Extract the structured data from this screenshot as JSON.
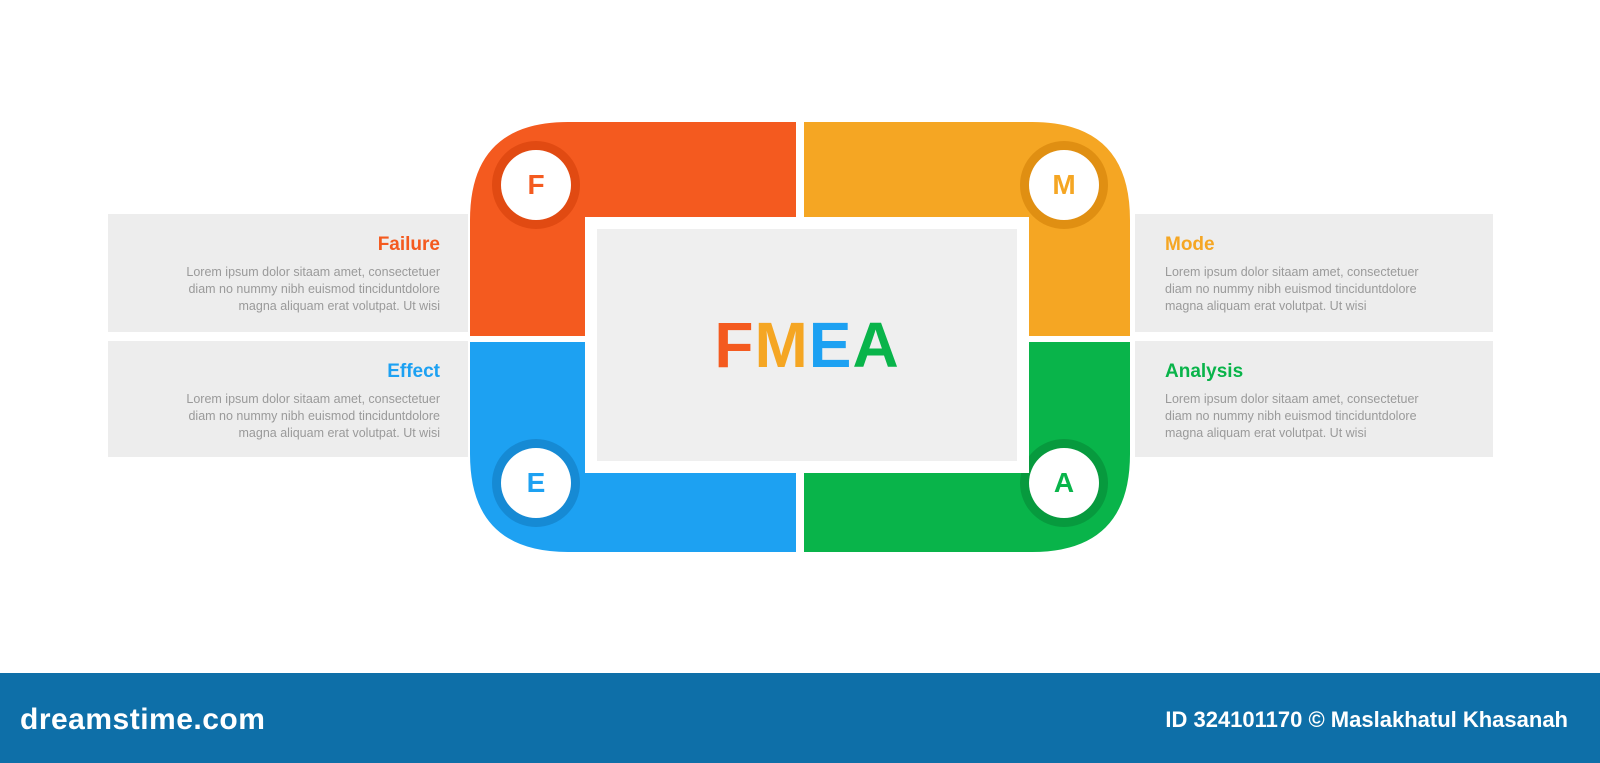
{
  "center": {
    "letters": [
      {
        "char": "F",
        "color": "#f45a1f"
      },
      {
        "char": "M",
        "color": "#f5a623"
      },
      {
        "char": "E",
        "color": "#1da1f2"
      },
      {
        "char": "A",
        "color": "#09b44a"
      }
    ]
  },
  "quadrants": {
    "failure": {
      "letter": "F",
      "title": "Failure",
      "color": "#f45a1f",
      "ring": "#e14a12",
      "body": "Lorem ipsum dolor sitaam amet, consectetuer\ndiam no nummy nibh euismod tinciduntdolore\nmagna aliquam erat volutpat. Ut wisi"
    },
    "mode": {
      "letter": "M",
      "title": "Mode",
      "color": "#f5a623",
      "ring": "#e08f12",
      "body": "Lorem ipsum dolor sitaam amet, consectetuer\ndiam no nummy nibh euismod tinciduntdolore\nmagna aliquam erat volutpat. Ut wisi"
    },
    "effect": {
      "letter": "E",
      "title": "Effect",
      "color": "#1da1f2",
      "ring": "#168ad4",
      "body": "Lorem ipsum dolor sitaam amet, consectetuer\ndiam no nummy nibh euismod tinciduntdolore\nmagna aliquam erat volutpat. Ut wisi"
    },
    "analysis": {
      "letter": "A",
      "title": "Analysis",
      "color": "#09b44a",
      "ring": "#079a3e",
      "body": "Lorem ipsum dolor sitaam amet, consectetuer\ndiam no nummy nibh euismod tinciduntdolore\nmagna aliquam erat volutpat. Ut wisi"
    }
  },
  "footer": {
    "logo": "dreamstime.com",
    "credit": "ID 324101170 © Maslakhatul Khasanah",
    "background": "#0e6fa8"
  }
}
